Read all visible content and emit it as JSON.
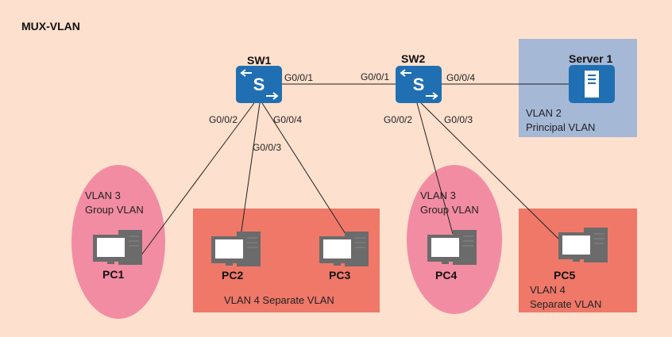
{
  "title": "MUX-VLAN",
  "switches": [
    {
      "id": "sw1",
      "label": "SW1"
    },
    {
      "id": "sw2",
      "label": "SW2"
    }
  ],
  "server": {
    "label": "Server 1",
    "vlan": "VLAN 2",
    "vlan_type": "Principal VLAN"
  },
  "ports": {
    "sw1_g001": "G0/0/1",
    "sw2_g001": "G0/0/1",
    "sw2_g004": "G0/0/4",
    "sw1_g002": "G0/0/2",
    "sw1_g003": "G0/0/3",
    "sw1_g004": "G0/0/4",
    "sw2_g002": "G0/0/2",
    "sw2_g003": "G0/0/3"
  },
  "groups": {
    "group1": {
      "vlan": "VLAN 3",
      "type": "Group VLAN"
    },
    "group2": {
      "vlan": "VLAN 3",
      "type": "Group VLAN"
    },
    "separate1": {
      "label": "VLAN 4 Separate VLAN"
    },
    "separate2": {
      "vlan": "VLAN 4",
      "type": "Separate VLAN"
    }
  },
  "pcs": {
    "pc1": "PC1",
    "pc2": "PC2",
    "pc3": "PC3",
    "pc4": "PC4",
    "pc5": "PC5"
  },
  "colors": {
    "background": "#fde0cd",
    "switch": "#1f6fb2",
    "server_zone": "#a5b8d6",
    "group_zone": "#f28ca3",
    "separate_zone": "#ef7869",
    "pc_body": "#6b6b6b",
    "pc_screen": "#ffffff"
  }
}
